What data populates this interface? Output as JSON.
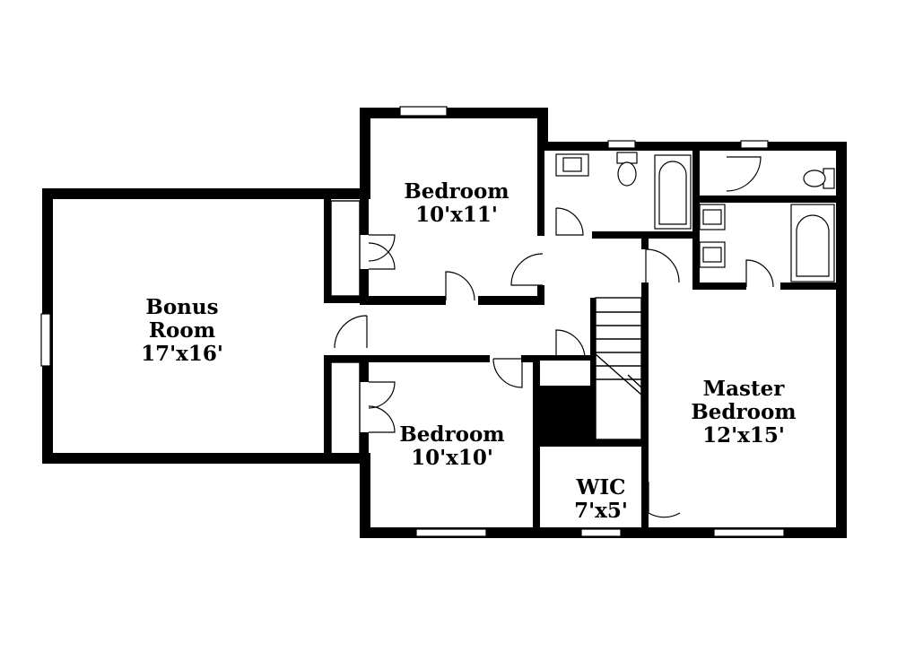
{
  "rooms": {
    "bonus": {
      "name_line1": "Bonus",
      "name_line2": "Room",
      "size": "17'x16'"
    },
    "bedroom_top": {
      "name": "Bedroom",
      "size": "10'x11'"
    },
    "bedroom_bottom": {
      "name": "Bedroom",
      "size": "10'x10'"
    },
    "master": {
      "name_line1": "Master",
      "name_line2": "Bedroom",
      "size": "12'x15'"
    },
    "wic": {
      "name": "WIC",
      "size": "7'x5'"
    }
  },
  "colors": {
    "wall": "#000000",
    "background": "#ffffff"
  }
}
